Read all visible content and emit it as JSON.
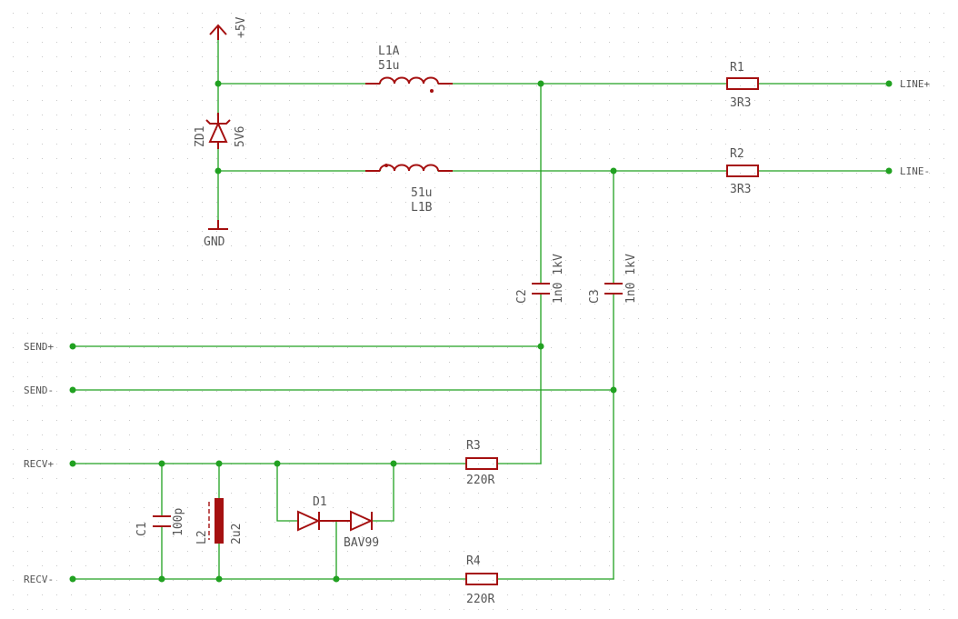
{
  "power": {
    "supply": "+5V",
    "ground": "GND"
  },
  "components": {
    "zd1": {
      "name": "ZD1",
      "value": "5V6"
    },
    "l1a": {
      "name": "L1A",
      "value": "51u"
    },
    "l1b": {
      "name": "L1B",
      "value": "51u"
    },
    "r1": {
      "name": "R1",
      "value": "3R3"
    },
    "r2": {
      "name": "R2",
      "value": "3R3"
    },
    "c2": {
      "name": "C2",
      "value": "1n0 1kV"
    },
    "c3": {
      "name": "C3",
      "value": "1n0 1kV"
    },
    "c1": {
      "name": "C1",
      "value": "100p"
    },
    "l2": {
      "name": "L2",
      "value": "2u2"
    },
    "d1": {
      "name": "D1",
      "value": "BAV99"
    },
    "r3": {
      "name": "R3",
      "value": "220R"
    },
    "r4": {
      "name": "R4",
      "value": "220R"
    }
  },
  "nets": {
    "line_pos": "LINE+",
    "line_neg": "LINE-",
    "send_pos": "SEND+",
    "send_neg": "SEND-",
    "recv_pos": "RECV+",
    "recv_neg": "RECV-"
  },
  "colors": {
    "wire": "#21a121",
    "component": "#a51010",
    "text": "#555555",
    "grid": "#c8c8c8"
  }
}
